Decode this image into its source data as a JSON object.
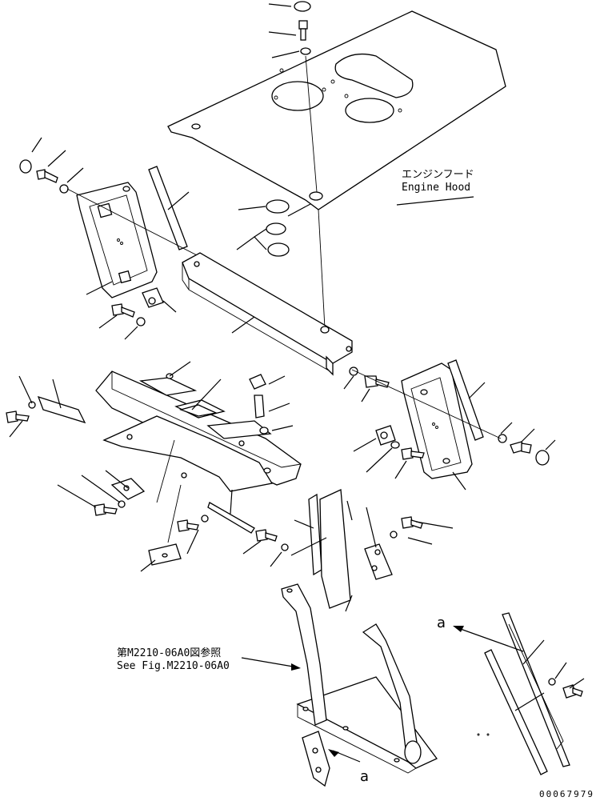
{
  "labels": {
    "engine_hood_jp": "エンジンフード",
    "engine_hood_en": "Engine Hood",
    "ref_jp": "第M2210-06A0図参照",
    "ref_en": "See Fig.M2210-06A0",
    "marker_a_top": "a",
    "marker_a_bottom": "a",
    "doc_number": "00067979"
  }
}
